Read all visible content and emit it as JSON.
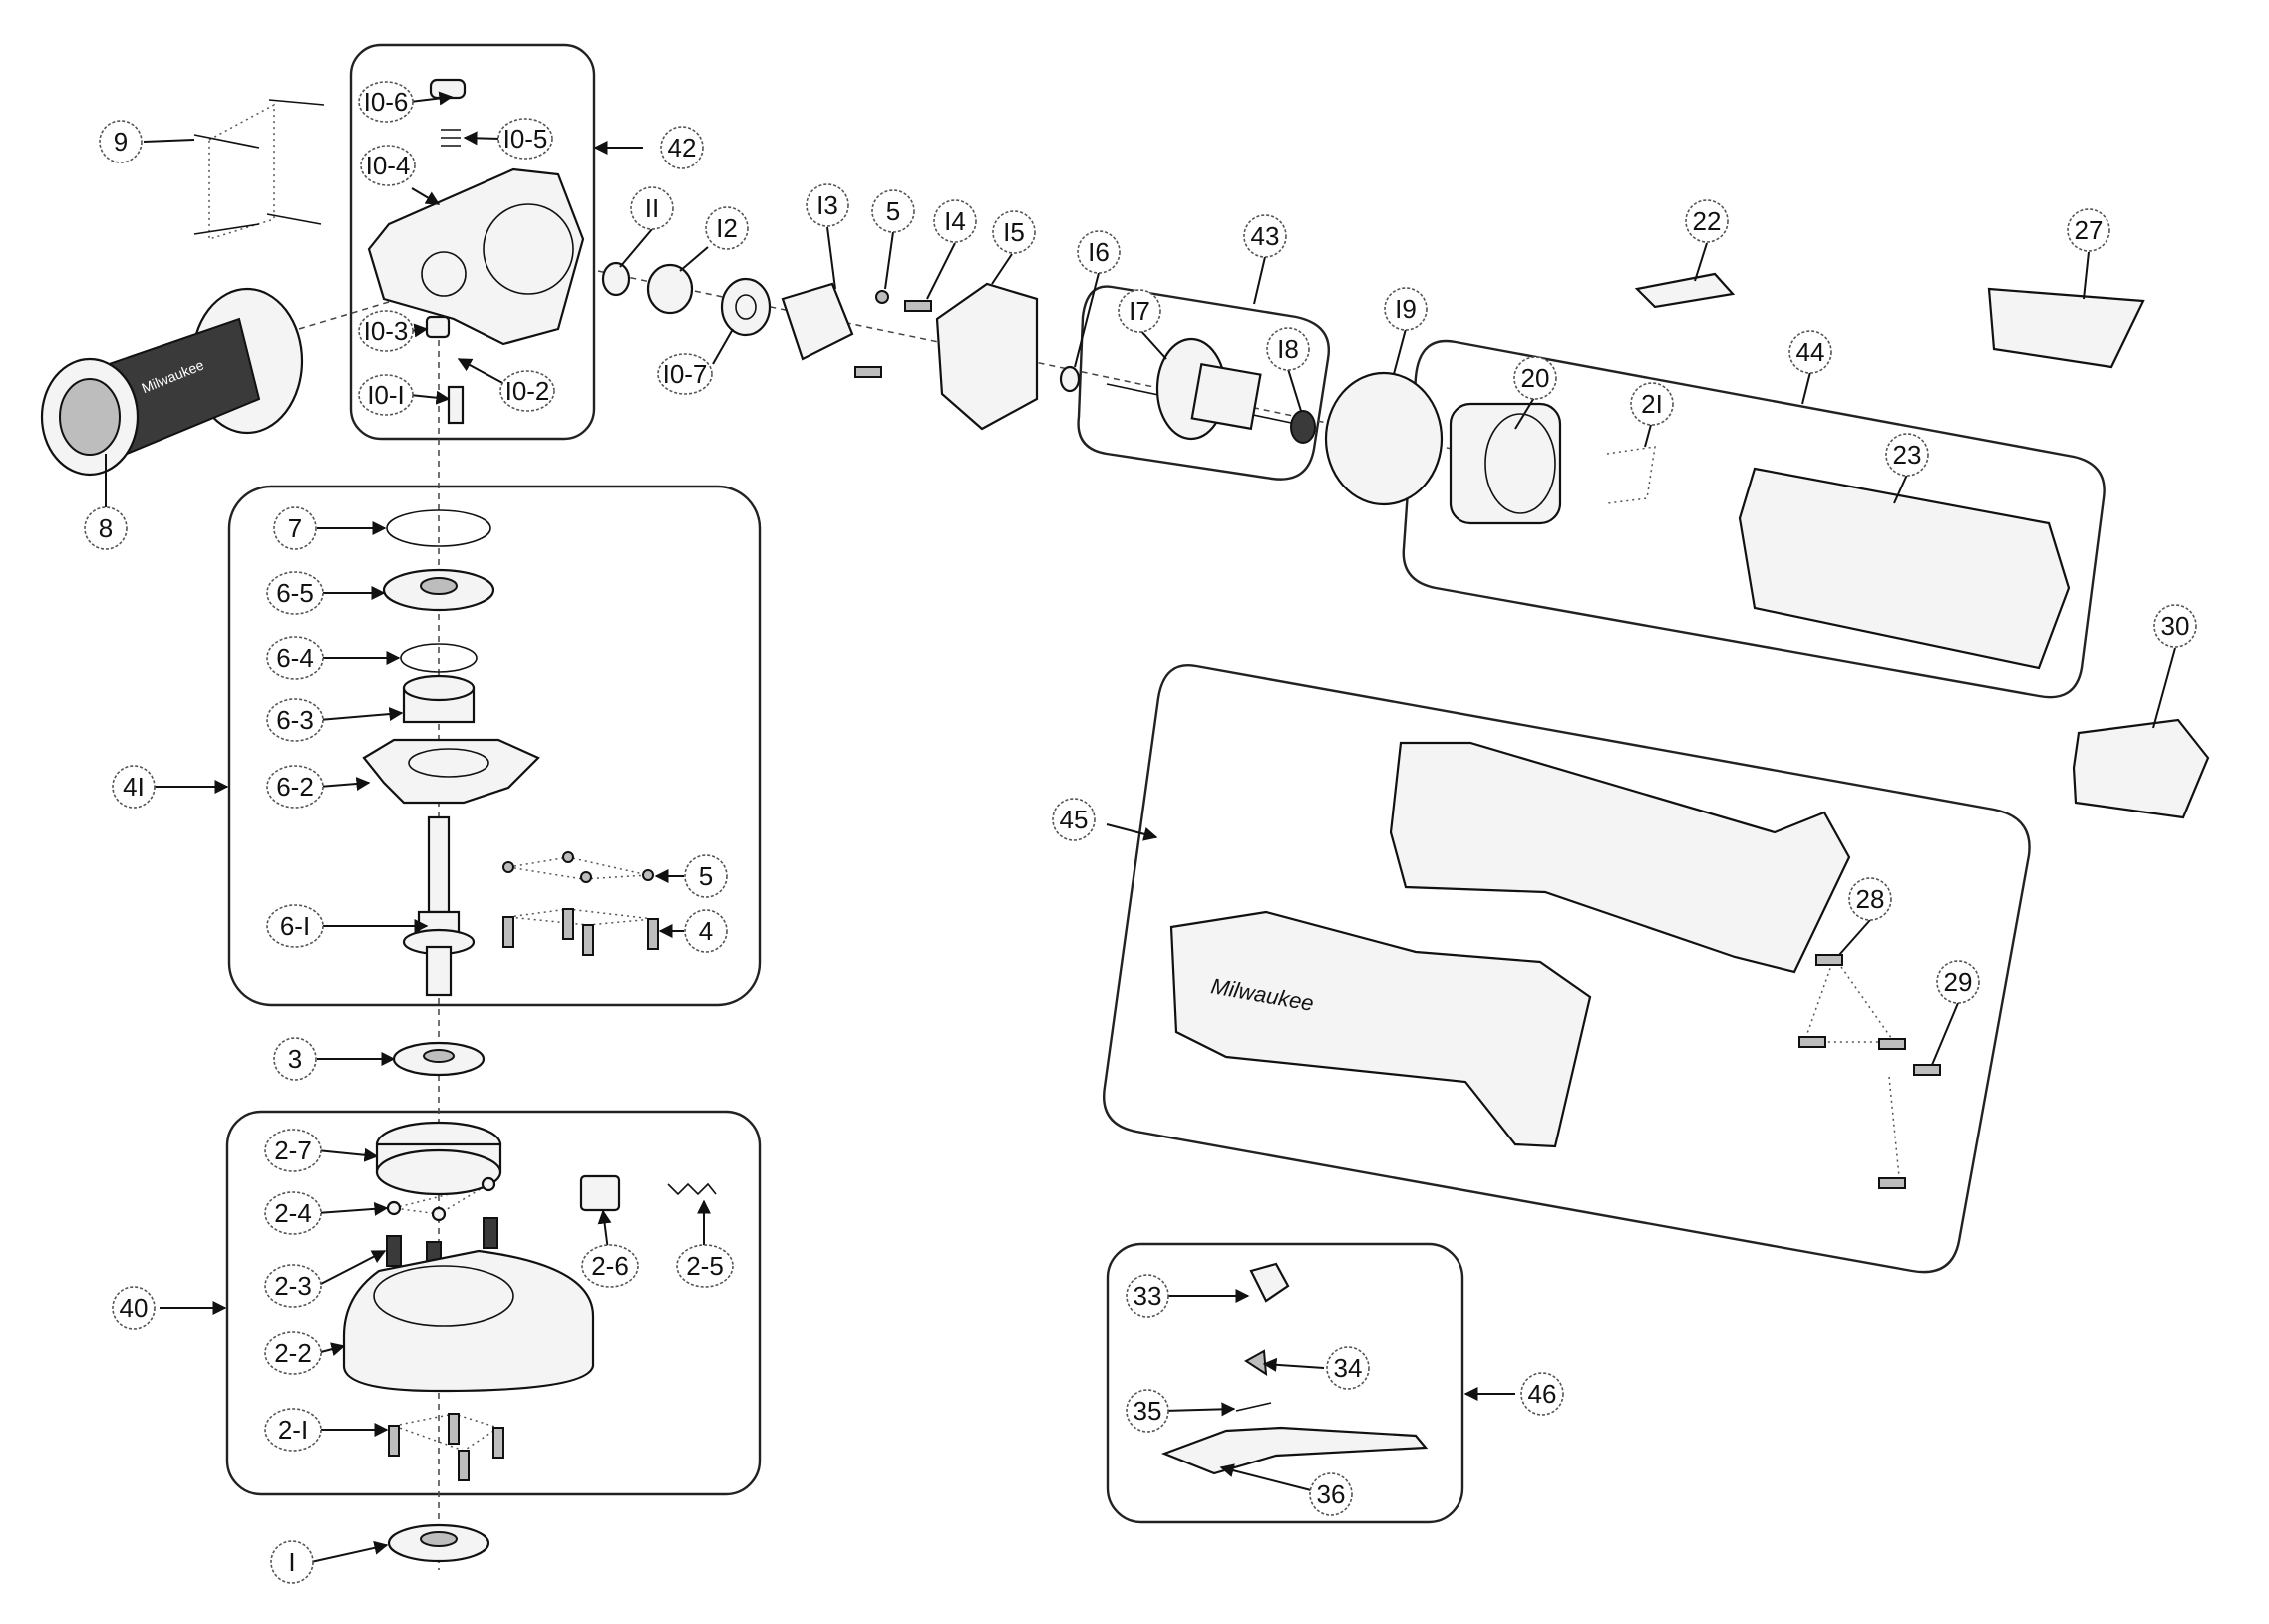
{
  "diagram": {
    "labels": {
      "p1": "I",
      "p2_1": "2-I",
      "p2_2": "2-2",
      "p2_3": "2-3",
      "p2_4": "2-4",
      "p2_5": "2-5",
      "p2_6": "2-6",
      "p2_7": "2-7",
      "p3": "3",
      "p4": "4",
      "p5a": "5",
      "p5b": "5",
      "p6_1": "6-I",
      "p6_2": "6-2",
      "p6_3": "6-3",
      "p6_4": "6-4",
      "p6_5": "6-5",
      "p7": "7",
      "p8": "8",
      "p9": "9",
      "p10_1": "I0-I",
      "p10_2": "I0-2",
      "p10_3": "I0-3",
      "p10_4": "I0-4",
      "p10_5": "I0-5",
      "p10_6": "I0-6",
      "p10_7": "I0-7",
      "p11": "II",
      "p12": "I2",
      "p13": "I3",
      "p14": "I4",
      "p15": "I5",
      "p16": "I6",
      "p17": "I7",
      "p18": "I8",
      "p19": "I9",
      "p20": "20",
      "p21": "2I",
      "p22": "22",
      "p23": "23",
      "p27": "27",
      "p28": "28",
      "p29": "29",
      "p30": "30",
      "p33": "33",
      "p34": "34",
      "p35": "35",
      "p36": "36",
      "p40": "40",
      "p41": "4I",
      "p42": "42",
      "p43": "43",
      "p44": "44",
      "p45": "45",
      "p46": "46"
    },
    "brand_mark": "Milwaukee",
    "colors": {
      "line": "#111111",
      "background": "#ffffff"
    }
  }
}
